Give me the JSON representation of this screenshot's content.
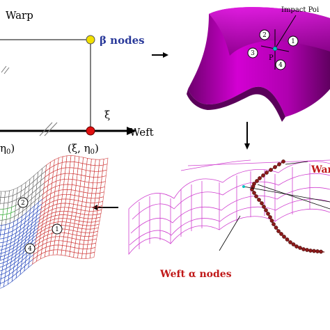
{
  "labels": {
    "warp": "Warp",
    "beta_nodes": "β nodes",
    "xi": "ξ",
    "weft": "Weft",
    "eta_label": "η",
    "eta_sub": "0",
    "eta_close": ")",
    "xi_eta_open": "(ξ, η",
    "xi_eta_sub": "0",
    "xi_eta_close": ")",
    "impact_point": "Impact Poi",
    "p_label": "P",
    "warp_partial": "War",
    "weft_alpha": "Weft α nodes"
  },
  "surface_regions": [
    "1",
    "2",
    "3",
    "4"
  ],
  "mesh_regions": [
    "1",
    "2",
    "4"
  ],
  "colors": {
    "surface": "#c800c8",
    "surface_dark": "#7a007a",
    "wire": "#d040d0",
    "nodes": "#8b1a1a",
    "beta_node": "#f2e000",
    "alpha_node": "#e01010",
    "mesh_red": "#d04040",
    "mesh_blue": "#3050c0",
    "mesh_green": "#40b040",
    "mesh_gray": "#707070",
    "label_blue": "#2a3a9a",
    "label_red": "#c01818"
  }
}
